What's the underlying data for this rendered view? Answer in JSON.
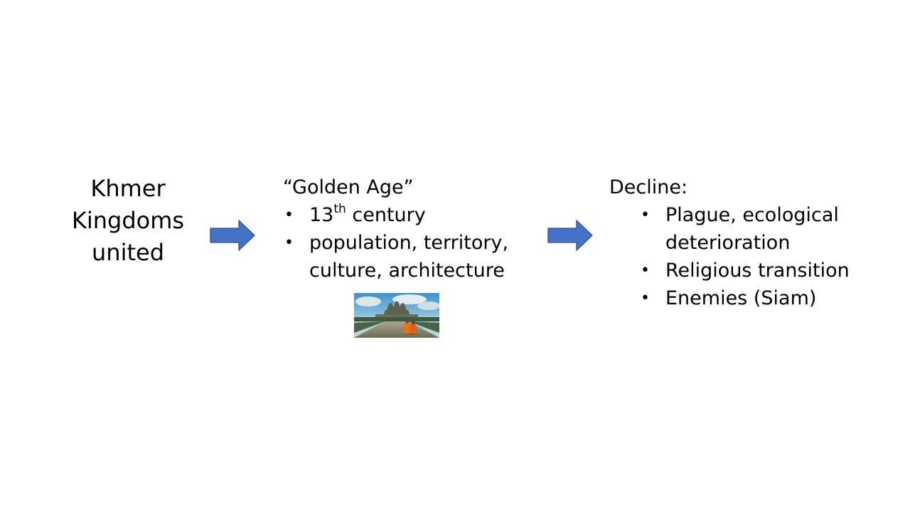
{
  "left": {
    "lines": [
      "Khmer",
      "Kingdoms",
      "united"
    ]
  },
  "middle": {
    "heading": "“Golden Age”",
    "bullet_1_main": "13",
    "bullet_1_sup": "th",
    "bullet_1_rest": " century",
    "bullet_2": "population, territory, culture, architecture"
  },
  "right": {
    "heading": "Decline:",
    "bullets": [
      "Plague, ecological deterioration",
      "Religious transition",
      "Enemies (Siam)"
    ]
  },
  "colors": {
    "arrow_fill": "#4472C4",
    "arrow_stroke": "#2F528F"
  },
  "icons": {
    "arrow": "right-arrow-icon",
    "photo": "angkor-wat-photo"
  }
}
